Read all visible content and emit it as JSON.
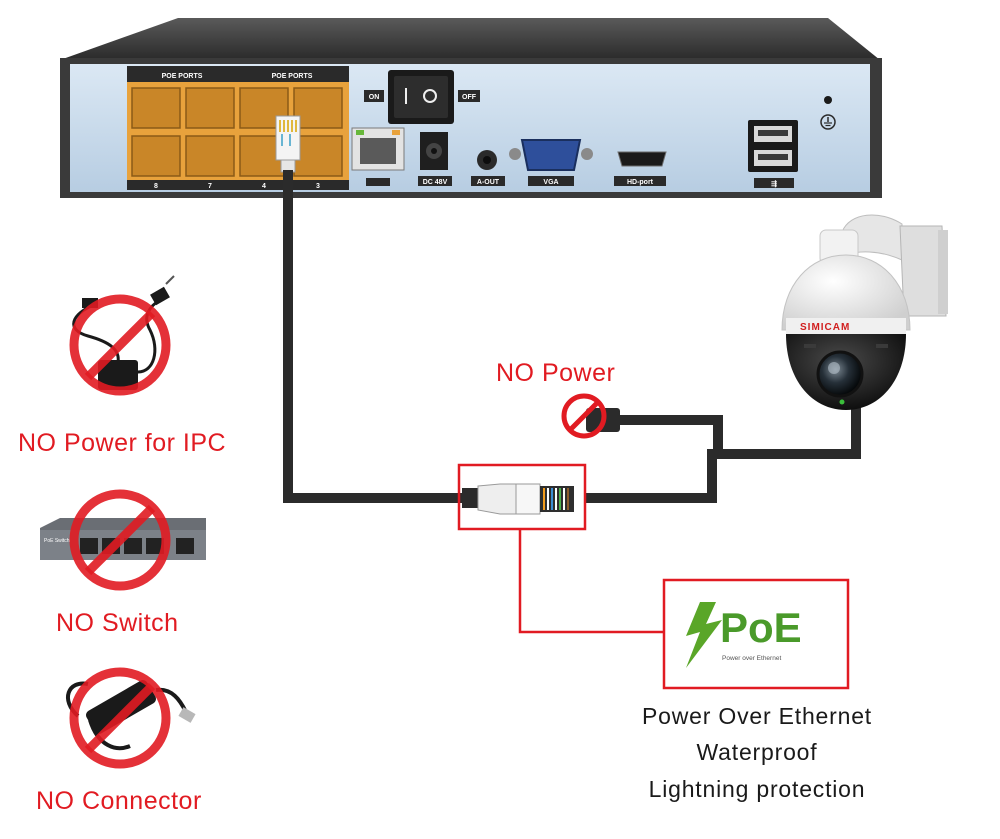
{
  "nvr": {
    "poe_ports_label_left": "POE PORTS",
    "poe_ports_label_right": "POE PORTS",
    "port_numbers": [
      "8",
      "7",
      "4",
      "3"
    ],
    "switch_on_label": "ON",
    "switch_off_label": "OFF",
    "dc_label": "DC 48V",
    "audio_out_label": "A-OUT",
    "vga_label": "VGA",
    "hd_label": "HD-port"
  },
  "camera": {
    "brand": "SIMICAM"
  },
  "labels": {
    "no_power": "NO Power",
    "no_power_ipc": "NO Power for IPC",
    "no_switch": "NO Switch",
    "no_connector": "NO Connector",
    "poe_features": [
      "Power Over Ethernet",
      "Waterproof",
      "Lightning protection"
    ]
  },
  "poe_badge": {
    "title": "PoE",
    "subtitle": "Power over Ethernet"
  },
  "switch_device": {
    "brand": "PoE Switch"
  },
  "colors": {
    "prohibit_red": "#e11b22",
    "poe_green": "#4a9a2a",
    "cable": "#2b2b2b",
    "port_orange": "#e8a23c",
    "nvr_panel": "#c9dcef"
  }
}
